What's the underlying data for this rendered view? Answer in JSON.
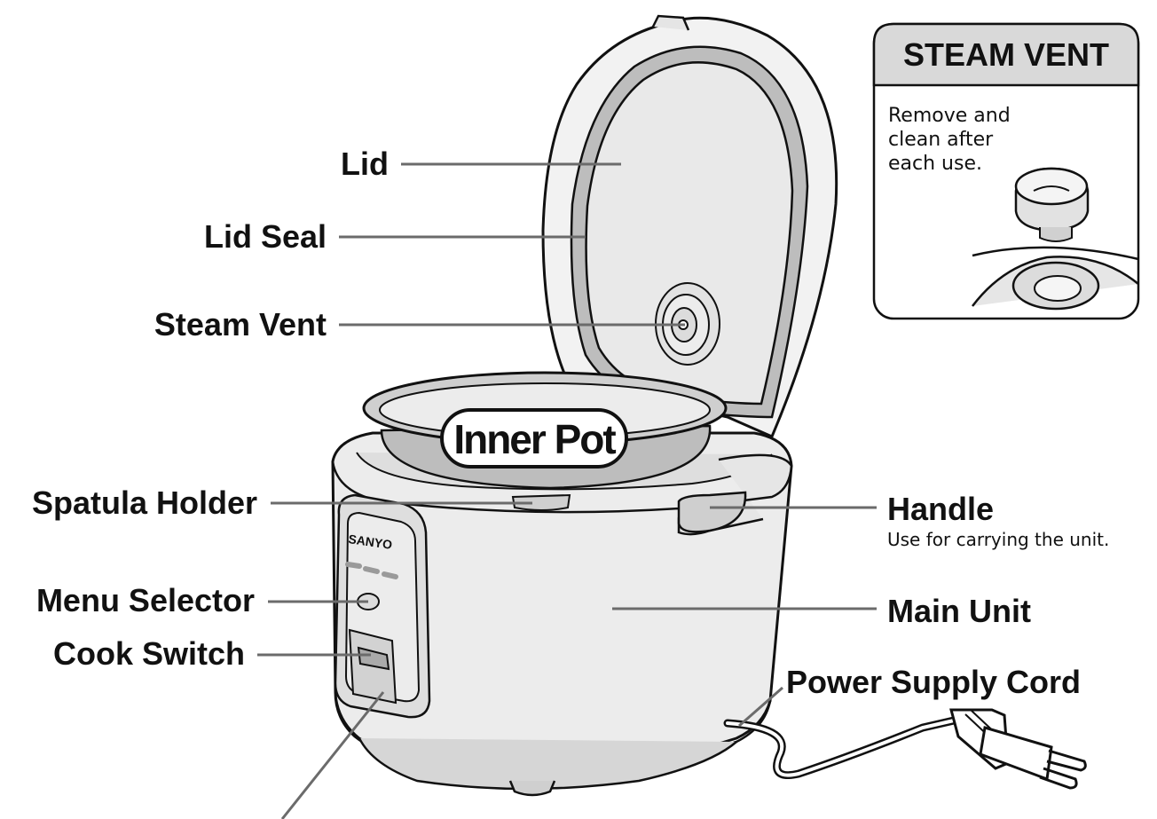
{
  "labels": {
    "lid": "Lid",
    "lid_seal": "Lid Seal",
    "steam_vent": "Steam Vent",
    "spatula_holder": "Spatula Holder",
    "menu_selector": "Menu Selector",
    "cook_switch": "Cook Switch",
    "handle": "Handle",
    "handle_note": "Use for carrying the unit.",
    "main_unit": "Main Unit",
    "power_cord": "Power Supply Cord",
    "inner_pot": "Inner Pot"
  },
  "brand": "SANYO",
  "inset": {
    "title": "STEAM VENT",
    "line1": "Remove and",
    "line2": "clean after",
    "line3": "each use."
  },
  "colors": {
    "line": "#111111",
    "leader": "#6b6b6b",
    "body": "#ececec",
    "body_dark": "#d6d6d6",
    "seal": "#b9b9b9",
    "inset_header": "#d9d9d9"
  }
}
